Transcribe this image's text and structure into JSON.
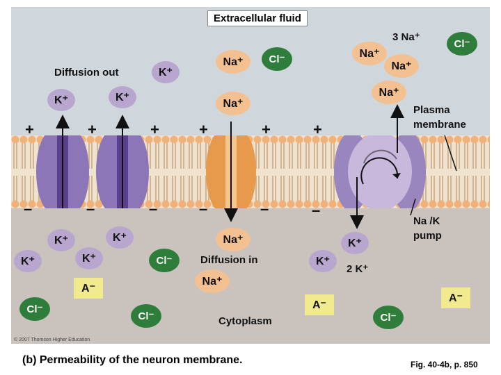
{
  "regions": {
    "extracellular": "Extracellular fluid",
    "cytoplasm": "Cytoplasm"
  },
  "labels": {
    "diffusion_out": "Diffusion out",
    "diffusion_in": "Diffusion in",
    "plasma_membrane_1": "Plasma",
    "plasma_membrane_2": "membrane",
    "pump_1": "Na /K",
    "pump_2": "pump",
    "three_na": "3 Na⁺",
    "two_k": "2 K⁺"
  },
  "ions": {
    "k": "K⁺",
    "na": "Na⁺",
    "cl": "Cl⁻",
    "anion": "A⁻"
  },
  "signs": {
    "plus": "+",
    "minus": "–"
  },
  "caption": "(b) Permeability of the neuron membrane.",
  "figure_ref": "Fig. 40-4b, p. 850",
  "copyright": "© 2007 Thomson Higher Education",
  "colors": {
    "k_ion": "#b8a6cf",
    "na_ion": "#f3c091",
    "cl_ion": "#2e7d3b",
    "anion": "#f1ea8f",
    "k_channel": "#8d76b8",
    "na_channel": "#e89a4c",
    "pump": "#b8a6cf"
  }
}
